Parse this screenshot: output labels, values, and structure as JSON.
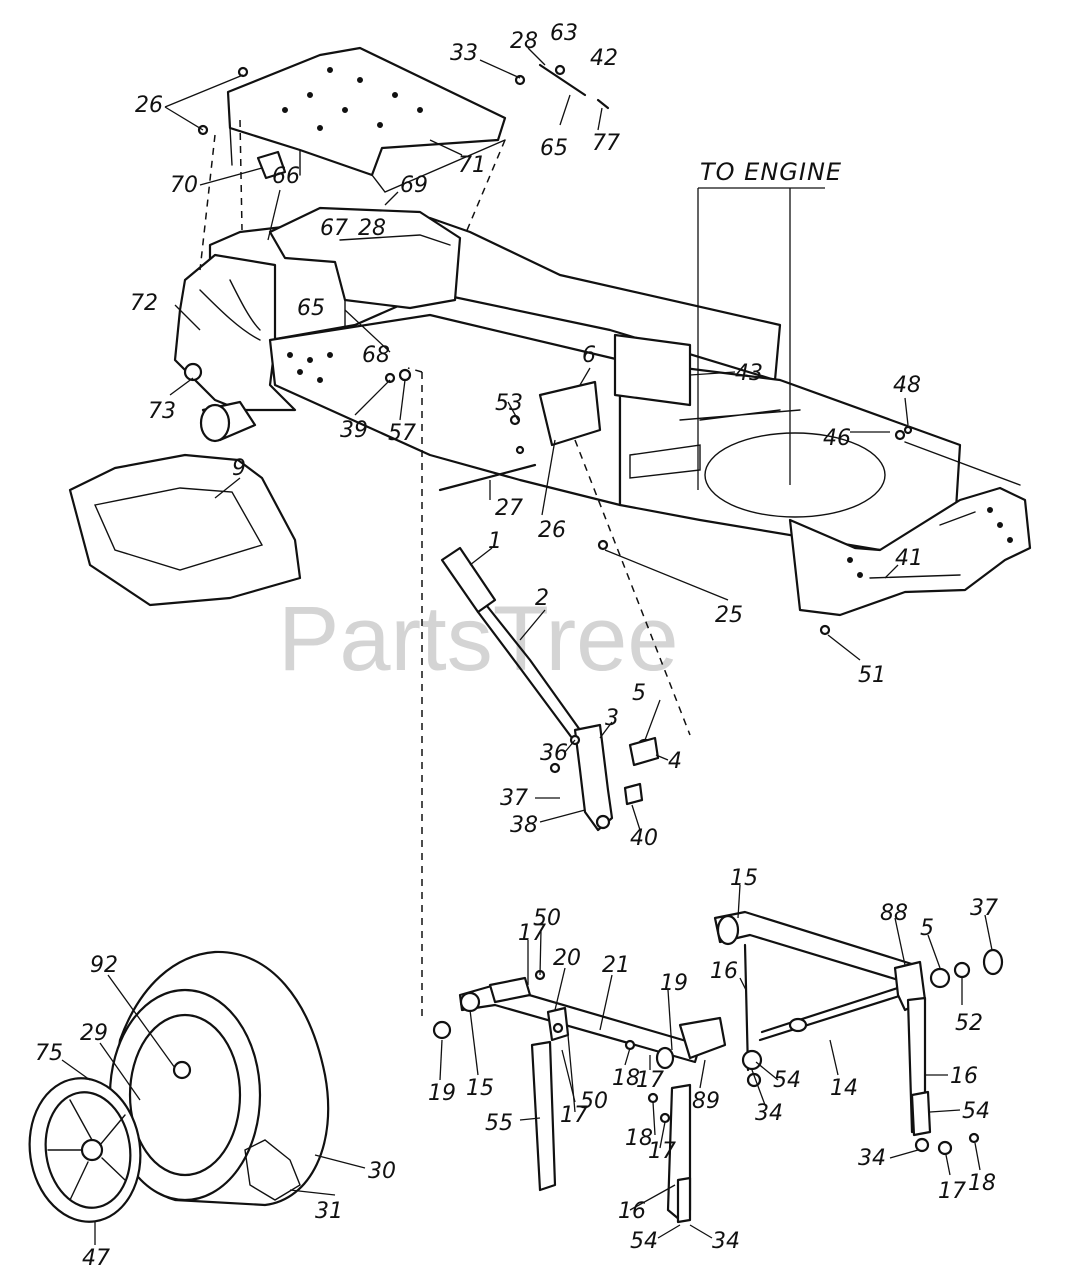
{
  "heading": "TO ENGINE",
  "watermark": "PartsTree",
  "callouts": {
    "c1": "1",
    "c2": "2",
    "c3": "3",
    "c4": "4",
    "c5a": "5",
    "c5b": "5",
    "c6": "6",
    "c9": "9",
    "c14": "14",
    "c15a": "15",
    "c15b": "15",
    "c16a": "16",
    "c16b": "16",
    "c16c": "16",
    "c17a": "17",
    "c17b": "17",
    "c17c": "17",
    "c17d": "17",
    "c17e": "17",
    "c18a": "18",
    "c18b": "18",
    "c18c": "18",
    "c19a": "19",
    "c19b": "19",
    "c20": "20",
    "c21": "21",
    "c25": "25",
    "c26a": "26",
    "c26b": "26",
    "c27": "27",
    "c28a": "28",
    "c28b": "28",
    "c29": "29",
    "c30": "30",
    "c31": "31",
    "c33": "33",
    "c34a": "34",
    "c34b": "34",
    "c34c": "34",
    "c36": "36",
    "c37a": "37",
    "c37b": "37",
    "c38": "38",
    "c39": "39",
    "c40": "40",
    "c41": "41",
    "c42": "42",
    "c43": "43",
    "c46": "46",
    "c47": "47",
    "c48": "48",
    "c50a": "50",
    "c50b": "50",
    "c51": "51",
    "c52": "52",
    "c53": "53",
    "c54a": "54",
    "c54b": "54",
    "c54c": "54",
    "c55": "55",
    "c57": "57",
    "c63": "63",
    "c65a": "65",
    "c65b": "65",
    "c66": "66",
    "c67": "67",
    "c68": "68",
    "c69": "69",
    "c70": "70",
    "c71": "71",
    "c72": "72",
    "c73": "73",
    "c75": "75",
    "c77": "77",
    "c88": "88",
    "c89": "89",
    "c92": "92"
  }
}
